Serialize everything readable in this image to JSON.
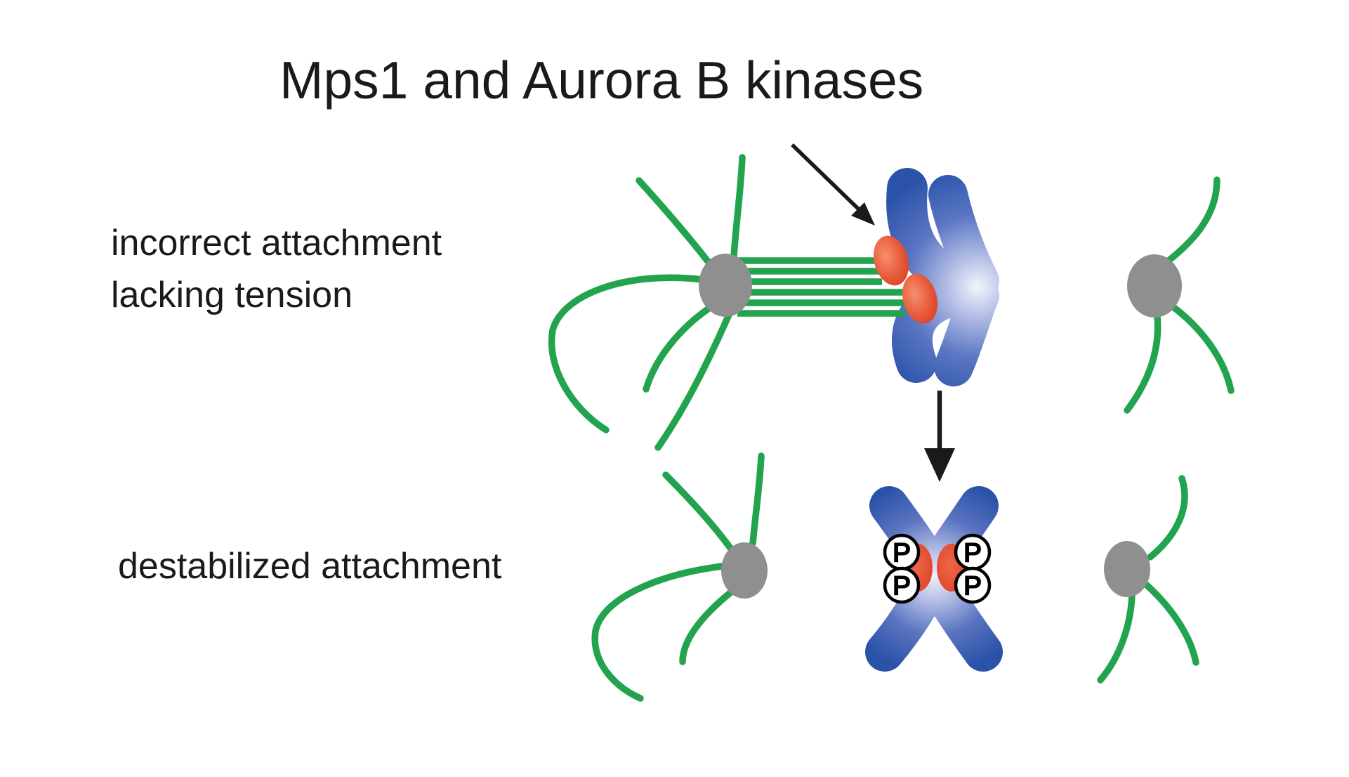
{
  "title": "Mps1 and Aurora B kinases",
  "labels": {
    "incorrect_line1": "incorrect attachment",
    "incorrect_line2": "lacking tension",
    "destabilized": "destabilized attachment"
  },
  "phospho": {
    "label": "P",
    "count": 4
  },
  "colors": {
    "microtubule_green": "#22A34D",
    "spindle_pole_gray": "#8F8F90",
    "chromosome_blue_dark": "#2A52A9",
    "chromosome_blue_light": "#EEF1FB",
    "kinetochore_red": "#DE4128",
    "text_arrow_black": "#1A1A1A",
    "phospho_circle_fill": "#FFFFFF",
    "phospho_circle_stroke": "#000000"
  },
  "icons": {
    "spindle_pole_icon": "gray ellipse (centrosome)",
    "microtubule_icon": "green curved line",
    "kinetochore_fiber_icon": "bundle of parallel green lines",
    "chromosome_icon": "blue gradient X-shaped chromosome",
    "kinetochore_icon": "red-orange oval",
    "phospho_badge": "white circle with bold P",
    "arrow_icon": "black arrow"
  }
}
